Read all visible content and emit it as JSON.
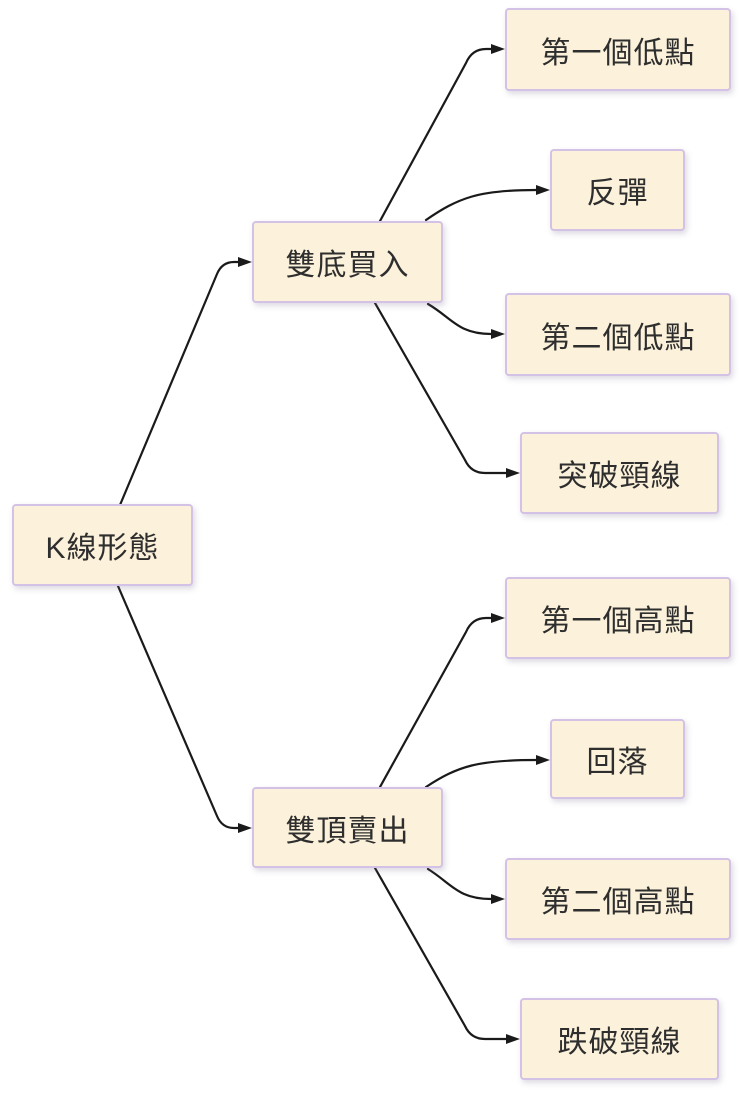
{
  "diagram": {
    "title": "K線形態 flowchart",
    "root": {
      "label": "K線形態"
    },
    "branches": [
      {
        "label": "雙底買入",
        "children": [
          {
            "label": "第一個低點"
          },
          {
            "label": "反彈"
          },
          {
            "label": "第二個低點"
          },
          {
            "label": "突破頸線"
          }
        ]
      },
      {
        "label": "雙頂賣出",
        "children": [
          {
            "label": "第一個高點"
          },
          {
            "label": "回落"
          },
          {
            "label": "第二個高點"
          },
          {
            "label": "跌破頸線"
          }
        ]
      }
    ],
    "colors": {
      "background": "#ffffff",
      "node_fill": "#fcf2db",
      "node_border": "#d3c2e5",
      "edge": "#1a1a1a",
      "text": "#2e2e2e"
    }
  }
}
